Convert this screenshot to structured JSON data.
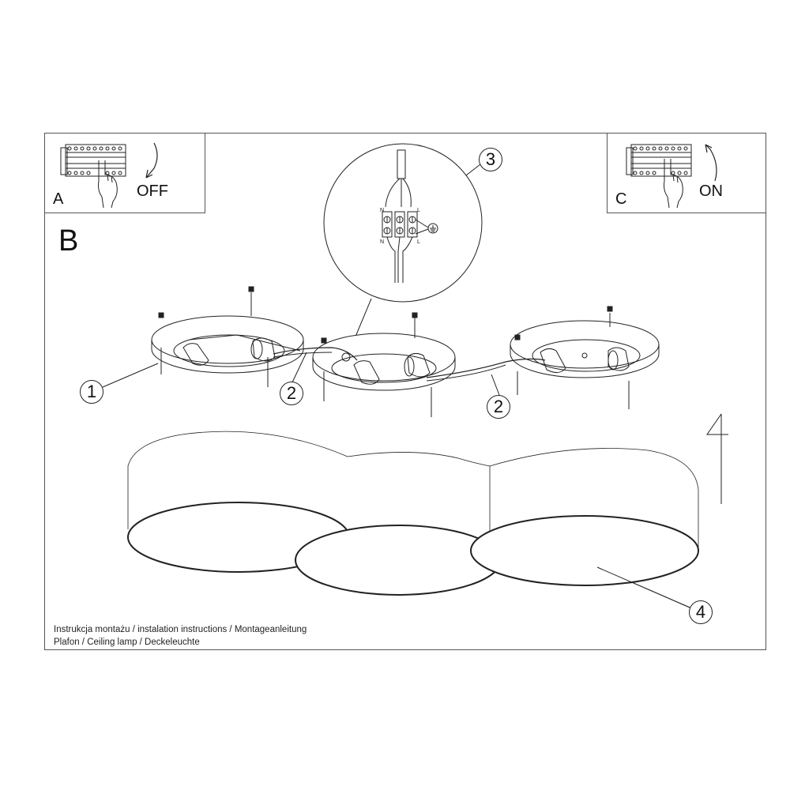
{
  "document": {
    "type": "installation-instructions",
    "caption_line1": "Instrukcja montażu / instalation instructions / Montageanleitung",
    "caption_line2": "Plafon / Ceiling lamp / Deckeleuchte"
  },
  "steps": {
    "a": {
      "letter": "A",
      "state": "OFF",
      "icon": "circuit-breaker-switch-down"
    },
    "b": {
      "letter": "B"
    },
    "c": {
      "letter": "C",
      "state": "ON",
      "icon": "circuit-breaker-switch-up"
    }
  },
  "callouts": [
    {
      "number": "1",
      "part": "mounting-screw-with-dowel"
    },
    {
      "number": "2",
      "part": "connecting-cable"
    },
    {
      "number": "2",
      "part": "connecting-cable"
    },
    {
      "number": "3",
      "part": "terminal-block-detail"
    },
    {
      "number": "4",
      "part": "lamp-shade-diffuser"
    }
  ],
  "terminal_detail": {
    "labels_top": [
      "N",
      "L"
    ],
    "labels_bottom": [
      "N",
      "L"
    ],
    "ground_symbol": "earth-ground-icon"
  },
  "orientation_marker": "4",
  "colors": {
    "line": "#222222",
    "frame": "#555555",
    "background": "#ffffff"
  }
}
